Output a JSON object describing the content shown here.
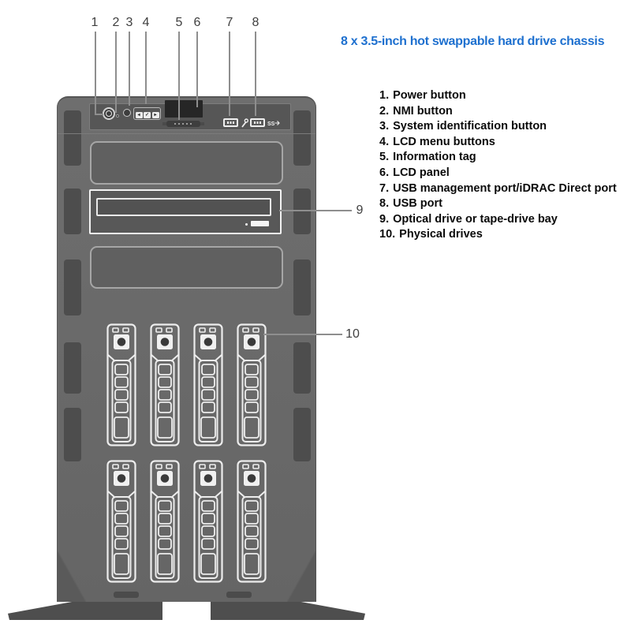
{
  "title": {
    "text": "8 x 3.5-inch hot swappable hard drive chassis"
  },
  "legend": {
    "items": [
      {
        "num": "1.",
        "label": "Power button"
      },
      {
        "num": "2.",
        "label": "NMI button"
      },
      {
        "num": "3.",
        "label": "System identification button"
      },
      {
        "num": "4.",
        "label": "LCD menu buttons"
      },
      {
        "num": "5.",
        "label": "Information tag"
      },
      {
        "num": "6.",
        "label": "LCD panel"
      },
      {
        "num": "7.",
        "label": "USB management port/iDRAC Direct port"
      },
      {
        "num": "8.",
        "label": "USB port"
      },
      {
        "num": "9.",
        "label": "Optical drive or tape-drive bay"
      },
      {
        "num": "10.",
        "label": "Physical drives"
      }
    ]
  },
  "callouts": {
    "markers": [
      "1",
      "2",
      "3",
      "4",
      "5",
      "6",
      "7",
      "8",
      "9",
      "10"
    ]
  },
  "icons": {
    "lcd_left_glyph": "◂",
    "lcd_select_glyph": "✓",
    "lcd_right_glyph": "▸",
    "usb3_label": "SS"
  },
  "colors": {
    "accent_blue": "#1e70cf",
    "chassis_body": "#6a6a6a",
    "control_panel": "#565656",
    "vent_strip": "#4d4d4d",
    "carrier_outline": "#ededed",
    "leader_line": "#8e8e8e"
  }
}
